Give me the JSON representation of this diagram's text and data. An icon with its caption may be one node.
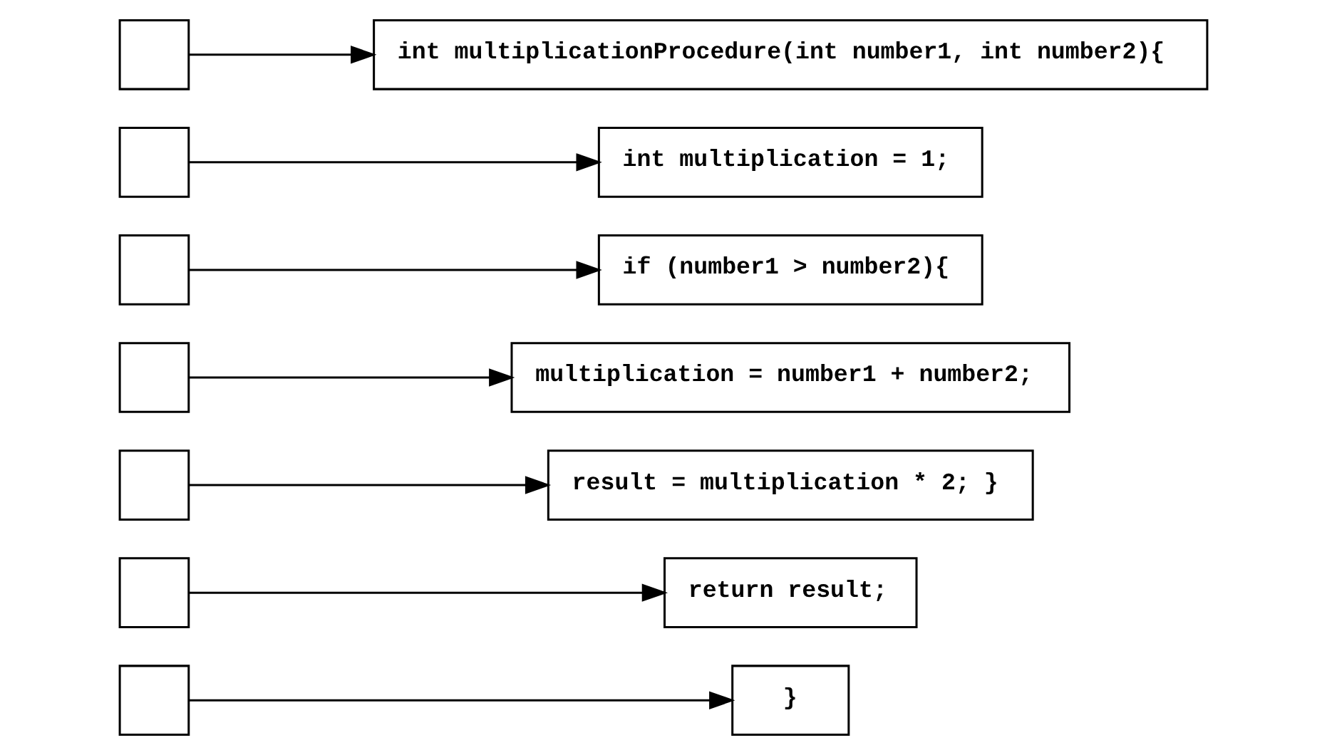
{
  "diagram": {
    "nodes": [
      {
        "text": [],
        "shape": "box"
      },
      {
        "text": [],
        "shape": "box"
      },
      {
        "text": [],
        "shape": "box"
      },
      {
        "text": [],
        "shape": "box"
      },
      {
        "text": [],
        "shape": "box"
      },
      {
        "text": [],
        "shape": "box"
      },
      {
        "text": [],
        "shape": "box"
      },
      {
        "text": [
          "int multiplicationProcedure(int number1, int number2){"
        ]
      },
      {
        "text": [
          "int multiplication = 1;"
        ]
      },
      {
        "text": [
          "if (number1 > number2){"
        ]
      },
      {
        "text": [
          "multiplication = number1 + number2;"
        ]
      },
      {
        "text": [
          "result = multiplication * 2; }"
        ]
      },
      {
        "text": [
          "return result;"
        ]
      },
      {
        "text": [
          "}"
        ]
      }
    ],
    "edges": [
      {
        "from": 0,
        "to": 7,
        "arrow": "to"
      },
      {
        "from": 1,
        "to": 8,
        "arrow": "to"
      },
      {
        "from": 2,
        "to": 9,
        "arrow": "to"
      },
      {
        "from": 3,
        "to": 10,
        "arrow": "to"
      },
      {
        "from": 4,
        "to": 11,
        "arrow": "to"
      },
      {
        "from": 5,
        "to": 12,
        "arrow": "to"
      },
      {
        "from": 6,
        "to": 13,
        "arrow": "to"
      }
    ]
  }
}
